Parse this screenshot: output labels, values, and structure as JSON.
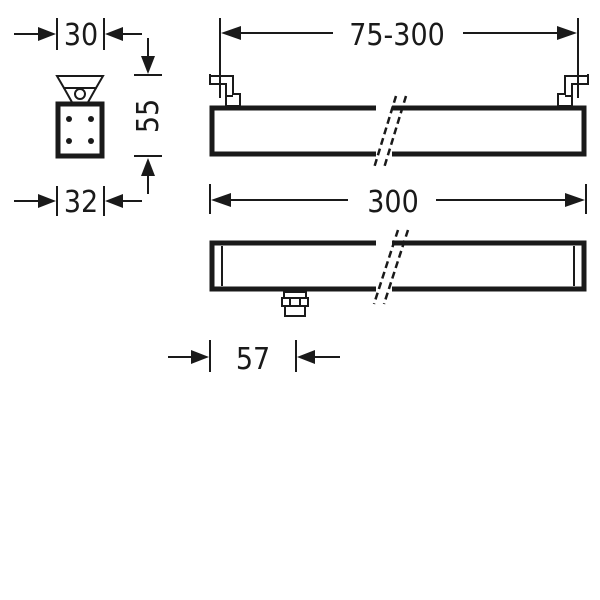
{
  "dimensions": {
    "side_width_top": "30",
    "side_height": "55",
    "side_width_bottom": "32",
    "mount_distance": "75-300",
    "body_length": "300",
    "gland_offset": "57"
  },
  "colors": {
    "line": "#1a1a1a",
    "background": "#ffffff"
  }
}
